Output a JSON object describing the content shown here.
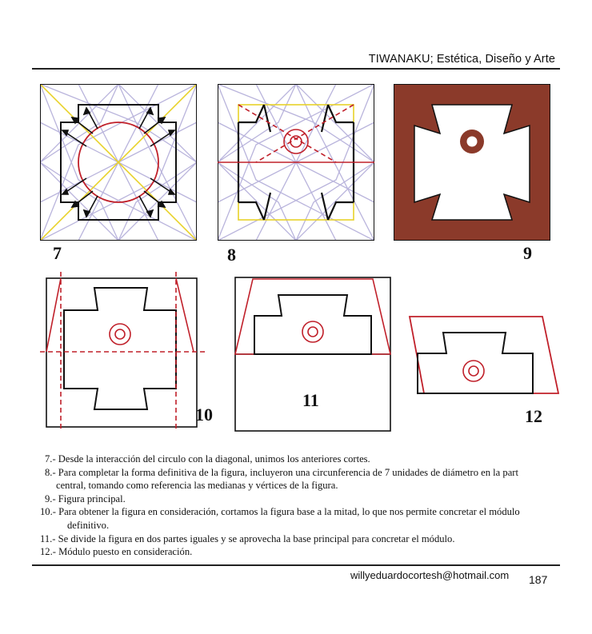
{
  "header": {
    "title": "TIWANAKU; Estética, Diseño y Arte"
  },
  "figures": {
    "f7": "7",
    "f8": "8",
    "f9": "9",
    "f10": "10",
    "f11": "11",
    "f12": "12"
  },
  "notes": [
    "7.- Desde la interacción del circulo con la diagonal, unimos los anteriores cortes.",
    "8.- Para completar la forma definitiva de la figura, incluyeron una circunferencia de 7 unidades de diámetro en la part",
    "central, tomando como referencia las medianas y vértices de la figura.",
    "9.- Figura principal.",
    "10.- Para obtener la figura en consideración, cortamos la figura base a la mitad, lo que nos permite concretar el módulo",
    "definitivo.",
    "11.- Se divide la figura en dos partes iguales y se aprovecha la base principal para concretar el módulo.",
    "12.- Módulo puesto en consideración."
  ],
  "footer": {
    "email": "willyeduardocortesh@hotmail.com",
    "page": "187"
  },
  "colors": {
    "accent_red": "#c0202a",
    "brown": "#8b3a2a",
    "lavender": "#b9b4dc",
    "yellow": "#e8d22a"
  }
}
